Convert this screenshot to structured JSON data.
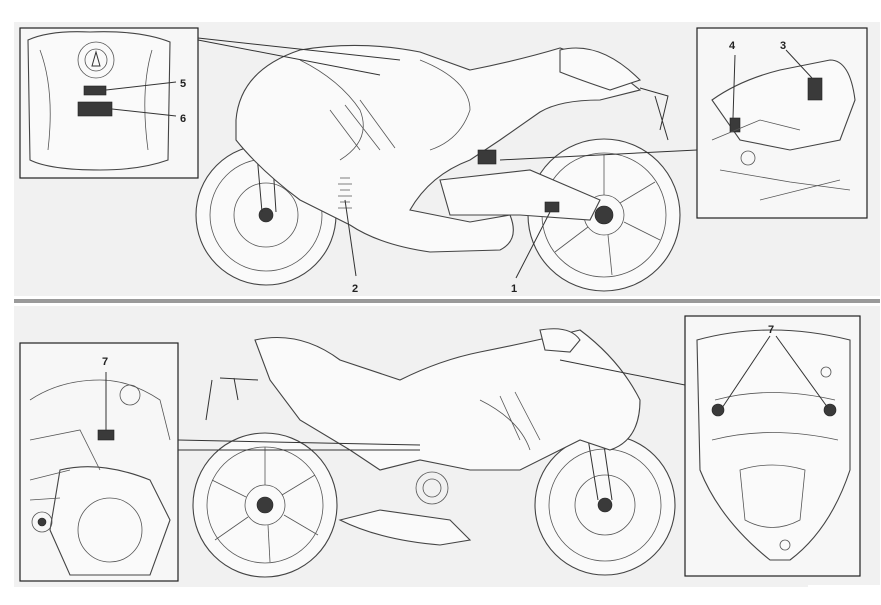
{
  "callouts": {
    "top_left_5": "5",
    "top_left_6": "6",
    "top_right_4": "4",
    "top_right_3": "3",
    "top_main_2": "2",
    "top_main_1": "1",
    "bottom_left_7": "7",
    "bottom_right_7": "7"
  },
  "colors": {
    "panel_bg": "#f1f1f1",
    "divider": "#9a9a9a",
    "line_art": "#333333",
    "label_fill": "#3a3a3a"
  },
  "icons": [
    "motorcycle-right-side-icon",
    "motorcycle-left-side-icon"
  ]
}
